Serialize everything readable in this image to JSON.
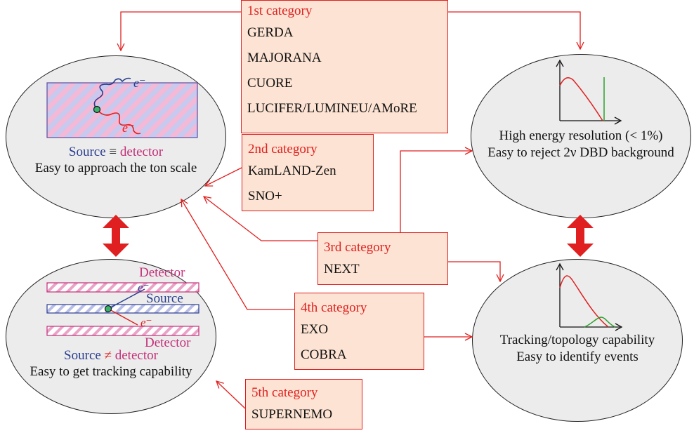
{
  "categories": [
    {
      "title": "1st category",
      "items": [
        "GERDA",
        "MAJORANA",
        "CUORE",
        "LUCIFER/LUMINEU/AMoRE"
      ]
    },
    {
      "title": "2nd category",
      "items": [
        "KamLAND-Zen",
        "SNO+"
      ]
    },
    {
      "title": "3rd category",
      "items": [
        "NEXT"
      ]
    },
    {
      "title": "4th category",
      "items": [
        "EXO",
        "COBRA"
      ]
    },
    {
      "title": "5th category",
      "items": [
        "SUPERNEMO"
      ]
    }
  ],
  "source_equals_detector": {
    "source_word": "Source",
    "relation": "≡",
    "detector_word": "detector",
    "caption": "Easy to approach the ton scale",
    "electron": "e⁻"
  },
  "source_not_detector": {
    "detector_label_top": "Detector",
    "source_label": "Source",
    "detector_label_bottom": "Detector",
    "source_word": "Source",
    "relation": "≠",
    "detector_word": "detector",
    "caption": "Easy to get tracking capability",
    "electron": "e⁻"
  },
  "high_resolution": {
    "line1": "High energy resolution (< 1%)",
    "line2": "Easy to reject 2ν DBD background"
  },
  "tracking": {
    "line1": "Tracking/topology capability",
    "line2": "Easy to identify events"
  },
  "colors": {
    "accent_red": "#e02020",
    "box_fill": "#fde3d3",
    "ellipse_fill": "#ececec",
    "source_blue": "#2a3d8f",
    "detector_magenta": "#c4307a",
    "peak_green": "#2ca02c"
  }
}
